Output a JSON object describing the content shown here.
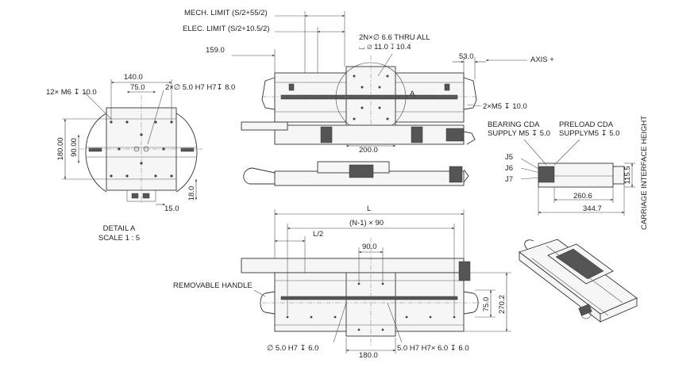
{
  "labels": {
    "mech_limit": "MECH. LIMIT (S/2+55/2)",
    "elec_limit": "ELEC. LIMIT (S/2+10.5/2)",
    "thru_holes": "2N×∅ 6.6 THRU ALL",
    "counterbore": "⌴ ∅ 11.0 ↧ 10.4",
    "dim_159": "159.0",
    "dim_53": "53.0",
    "axis_plus": "AXIS +",
    "m5_2x": "2×M5 ↧ 10.0",
    "detail_a_marker": "A",
    "dim_200": "200.0",
    "bearing_cda_1": "BEARING CDA",
    "bearing_cda_2": "SUPPLY M5 ↧ 5.0",
    "preload_cda_1": "PRELOAD CDA",
    "preload_cda_2": "SUPPLYM5 ↧ 5.0",
    "j5": "J5",
    "j6": "J6",
    "j7": "J7",
    "dim_260_6": "260.6",
    "dim_344_7": "344.7",
    "dim_115_5": "115.5",
    "carriage_height": "CARRIAGE INTERFACE HEIGHT",
    "dim_140": "140.0",
    "dim_75": "75.0",
    "m6_12x": "12× M6 ↧ 10.0",
    "pin_holes": "2×∅ 5.0 H7 H7↧ 8.0",
    "dim_90_v": "90.00",
    "dim_180_v": "180.00",
    "dim_18": "18.0",
    "dim_15": "15.0",
    "detail_a_title": "DETAIL A",
    "detail_a_scale": "SCALE 1 : 5",
    "dim_L": "L",
    "dim_n1_90": "(N-1) × 90",
    "dim_L2": "L/2",
    "dim_90": "90.0",
    "removable_handle": "REMOVABLE HANDLE",
    "dim_75_v": "75.0",
    "dim_270_2": "270.2",
    "pin_hole_bottom": "∅ 5.0 H7 ↧ 6.0",
    "dim_180_bottom": "180.0",
    "slot_hole_bottom": "5.0 H7 H7× 6.0 ↧ 6.0"
  }
}
